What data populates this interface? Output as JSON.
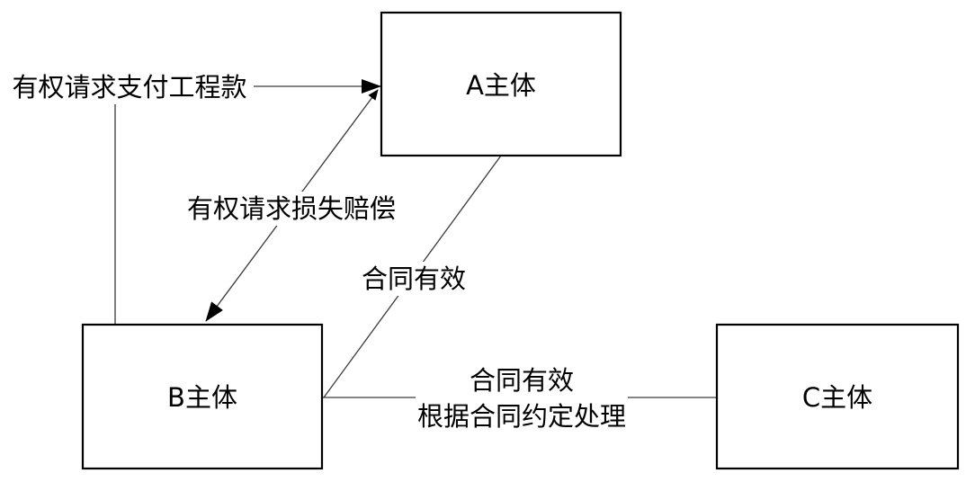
{
  "nodes": {
    "a": {
      "label": "A主体"
    },
    "b": {
      "label": "B主体"
    },
    "c": {
      "label": "C主体"
    }
  },
  "edges": {
    "payment_claim": {
      "label": "有权请求支付工程款"
    },
    "damages_claim": {
      "label": "有权请求损失赔偿"
    },
    "ab_contract": {
      "label": "合同有效"
    },
    "bc_contract": {
      "line1": "合同有效",
      "line2": "根据合同约定处理"
    }
  },
  "colors": {
    "stroke": "#000000",
    "line": "#3a3a3a",
    "background": "#ffffff"
  }
}
